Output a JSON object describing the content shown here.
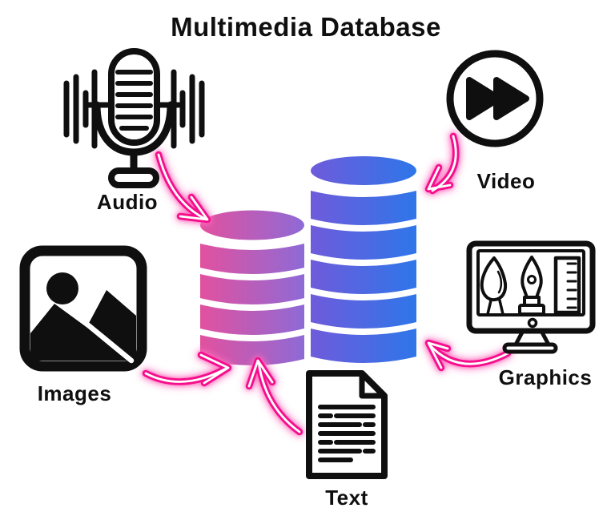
{
  "title": "Multimedia Database",
  "nodes": [
    {
      "id": "audio",
      "label": "Audio",
      "icon": "microphone-icon"
    },
    {
      "id": "video",
      "label": "Video",
      "icon": "fast-forward-icon"
    },
    {
      "id": "images",
      "label": "Images",
      "icon": "image-icon"
    },
    {
      "id": "graphics",
      "label": "Graphics",
      "icon": "design-monitor-icon"
    },
    {
      "id": "text",
      "label": "Text",
      "icon": "document-icon"
    }
  ],
  "database": {
    "left_stack_segments": 5,
    "right_stack_segments": 6
  },
  "connections": [
    {
      "from": "audio",
      "to": "database"
    },
    {
      "from": "video",
      "to": "database"
    },
    {
      "from": "images",
      "to": "database"
    },
    {
      "from": "graphics",
      "to": "database"
    },
    {
      "from": "text",
      "to": "database"
    }
  ],
  "colors": {
    "background": "#ffffff",
    "ink": "#0f0f0f",
    "arrow_pink": "#f5108c",
    "arrow_glow": "#ff6cbe",
    "arrow_core": "#ffffff",
    "db_left_gradient_start": "#e2519f",
    "db_left_gradient_end": "#8e6ad6",
    "db_right_gradient_start": "#6f5bdb",
    "db_right_gradient_end": "#2e76e9"
  }
}
